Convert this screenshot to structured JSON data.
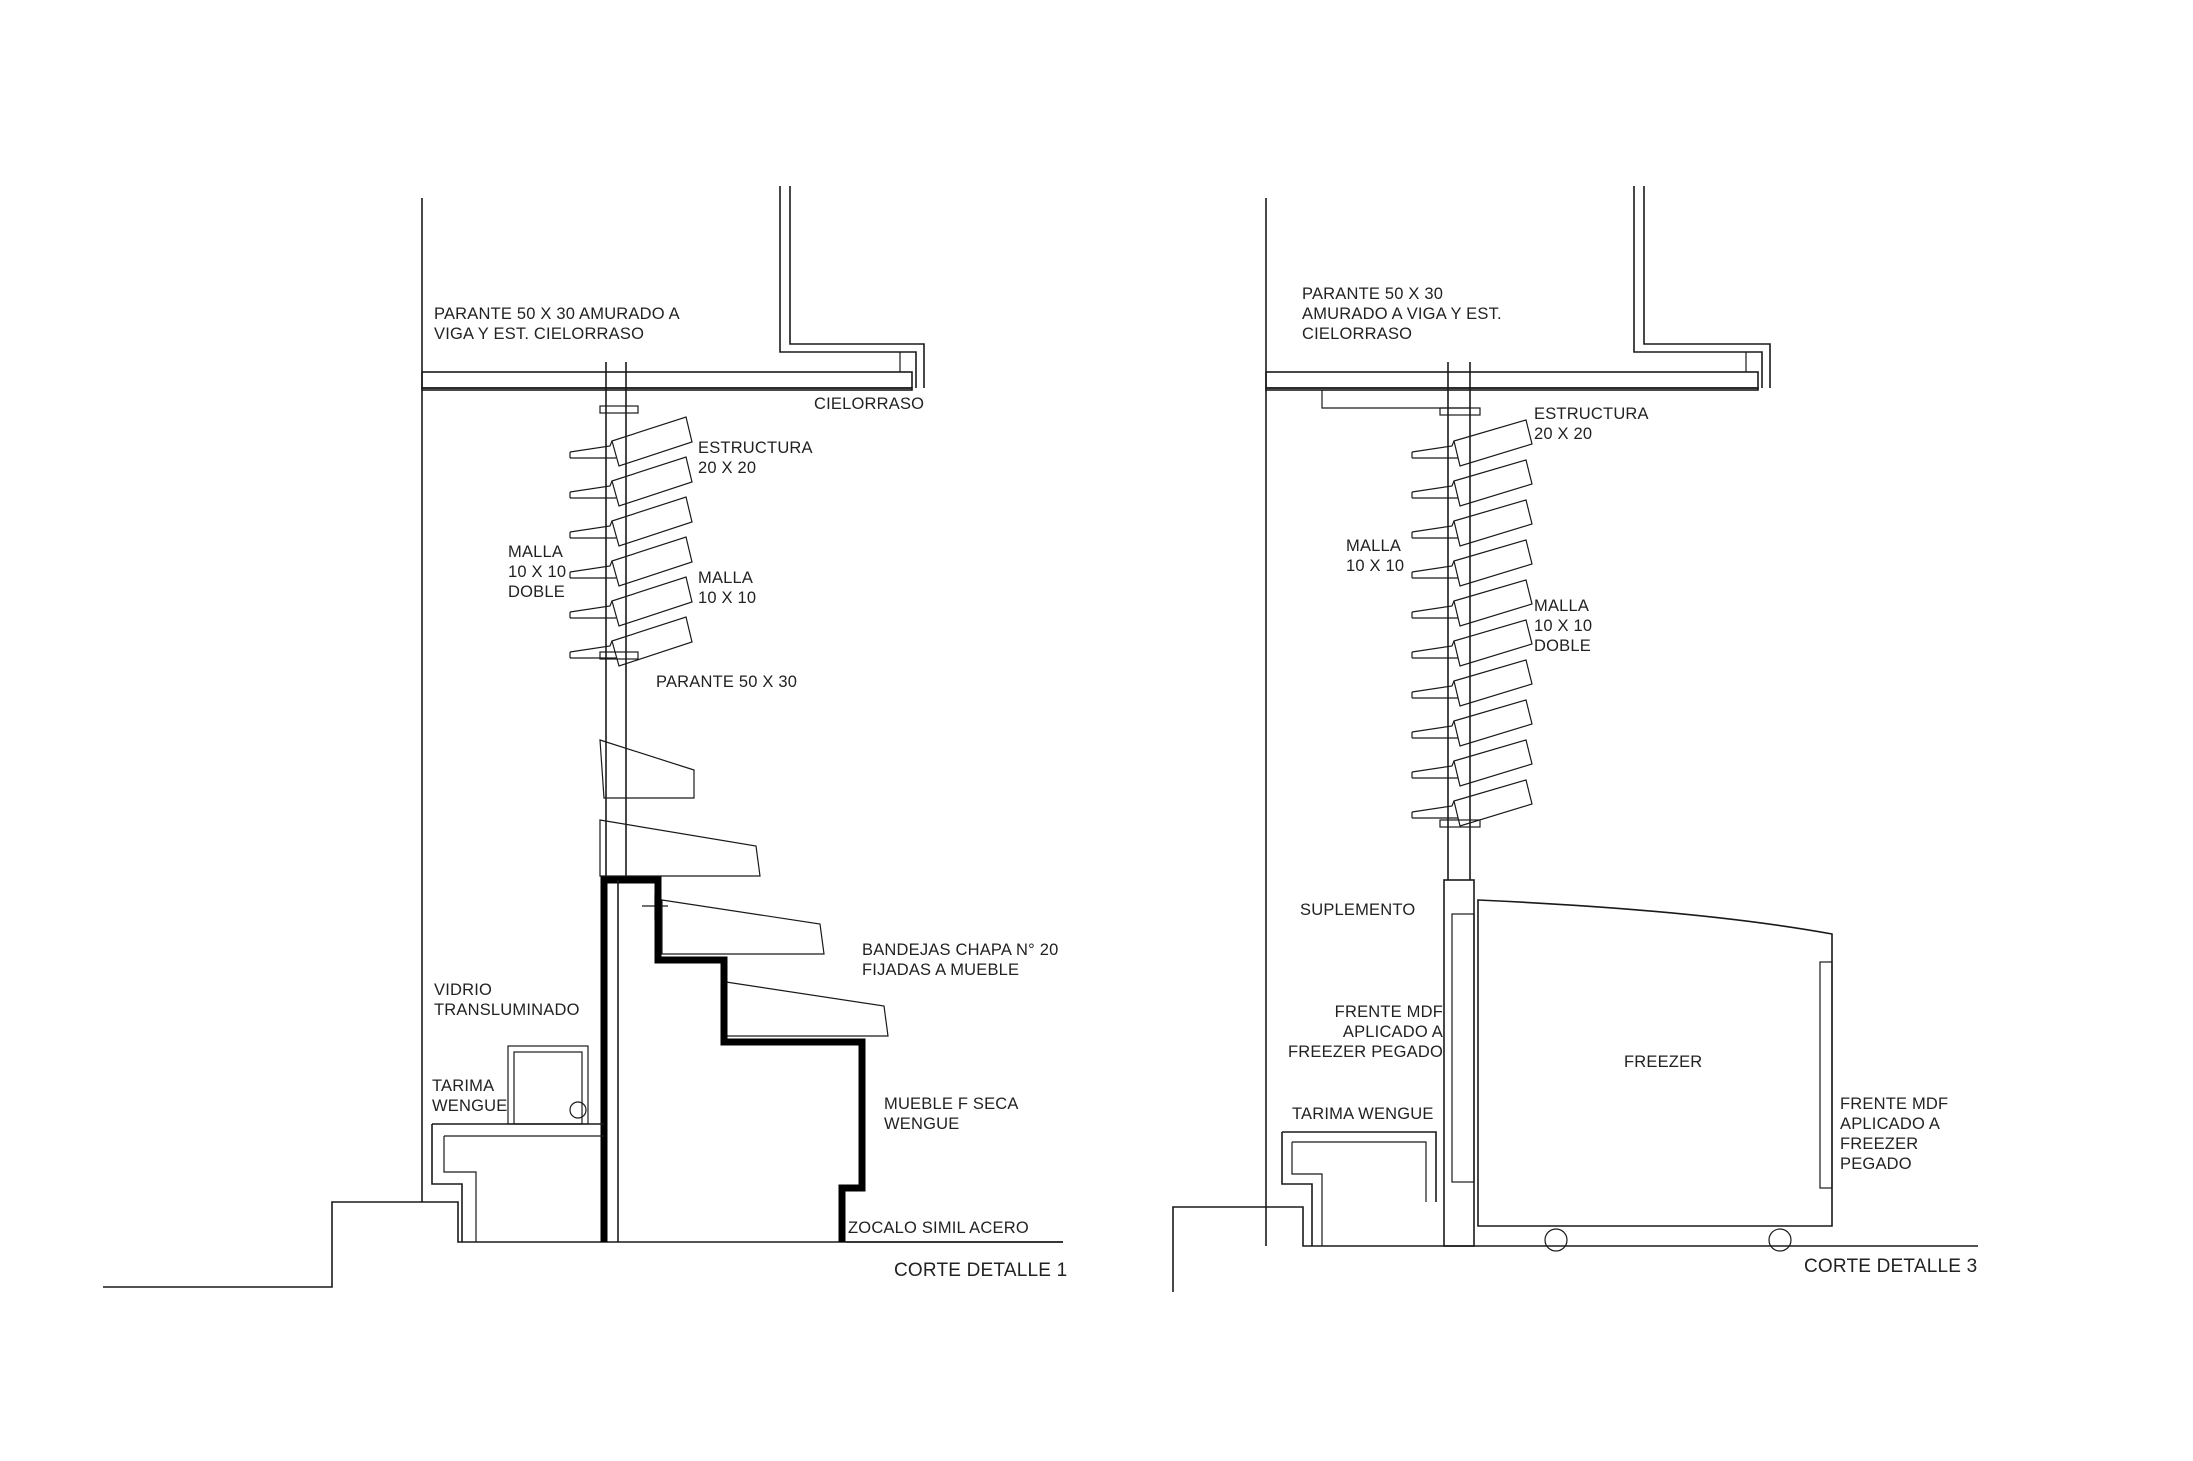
{
  "colors": {
    "line": "#1a1a1a",
    "text": "#222222",
    "background": "#ffffff"
  },
  "detail1": {
    "title": "CORTE DETALLE 1",
    "labels": {
      "parante_amurado": "PARANTE 50 X 30 AMURADO A\nVIGA Y EST. CIELORRASO",
      "cielorraso": "CIELORRASO",
      "estructura": "ESTRUCTURA\n20 X 20",
      "malla_doble": "MALLA\n10 X 10\nDOBLE",
      "malla": "MALLA\n10 X 10",
      "parante": "PARANTE 50 X 30",
      "bandejas": "BANDEJAS CHAPA N° 20\nFIJADAS A MUEBLE",
      "vidrio": "VIDRIO\nTRANSLUMINADO",
      "tarima": "TARIMA\nWENGUE",
      "mueble": "MUEBLE F SECA\nWENGUE",
      "zocalo": "ZOCALO SIMIL ACERO"
    }
  },
  "detail3": {
    "title": "CORTE DETALLE 3",
    "labels": {
      "parante_amurado": "PARANTE 50 X 30\nAMURADO A VIGA Y EST.\nCIELORRASO",
      "estructura": "ESTRUCTURA\n20 X 20",
      "malla": "MALLA\n10 X 10",
      "malla_doble": "MALLA\n10 X 10\nDOBLE",
      "suplemento": "SUPLEMENTO",
      "frente_left": "FRENTE MDF\nAPLICADO A\nFREEZER PEGADO",
      "freezer": "FREEZER",
      "tarima": "TARIMA WENGUE",
      "frente_right": "FRENTE MDF\nAPLICADO A\nFREEZER\nPEGADO"
    }
  }
}
